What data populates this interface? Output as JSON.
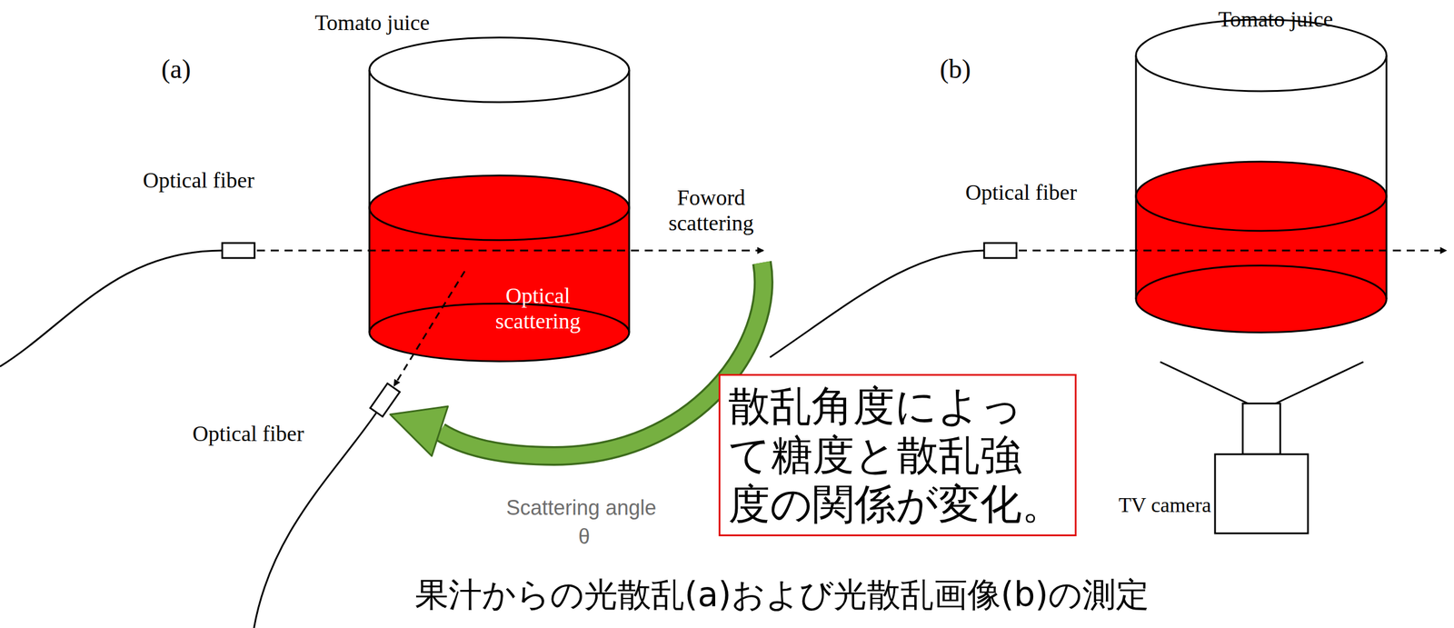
{
  "diagram": {
    "caption": "果汁からの光散乱(a)および光散乱画像(b)の測定",
    "nodes": [
      {
        "text": [
          "散乱角度によっ て糖度と散乱強 度の関係が変化。"
        ]
      }
    ],
    "labels": [
      "(a)",
      "Tomato juice",
      "Optical fiber",
      "Foword scattering",
      "Optical scattering",
      "Optical fiber",
      "Scattering angle",
      "θ",
      "(b)",
      "Tomato juice",
      "Optical fiber",
      "TV camera"
    ]
  }
}
